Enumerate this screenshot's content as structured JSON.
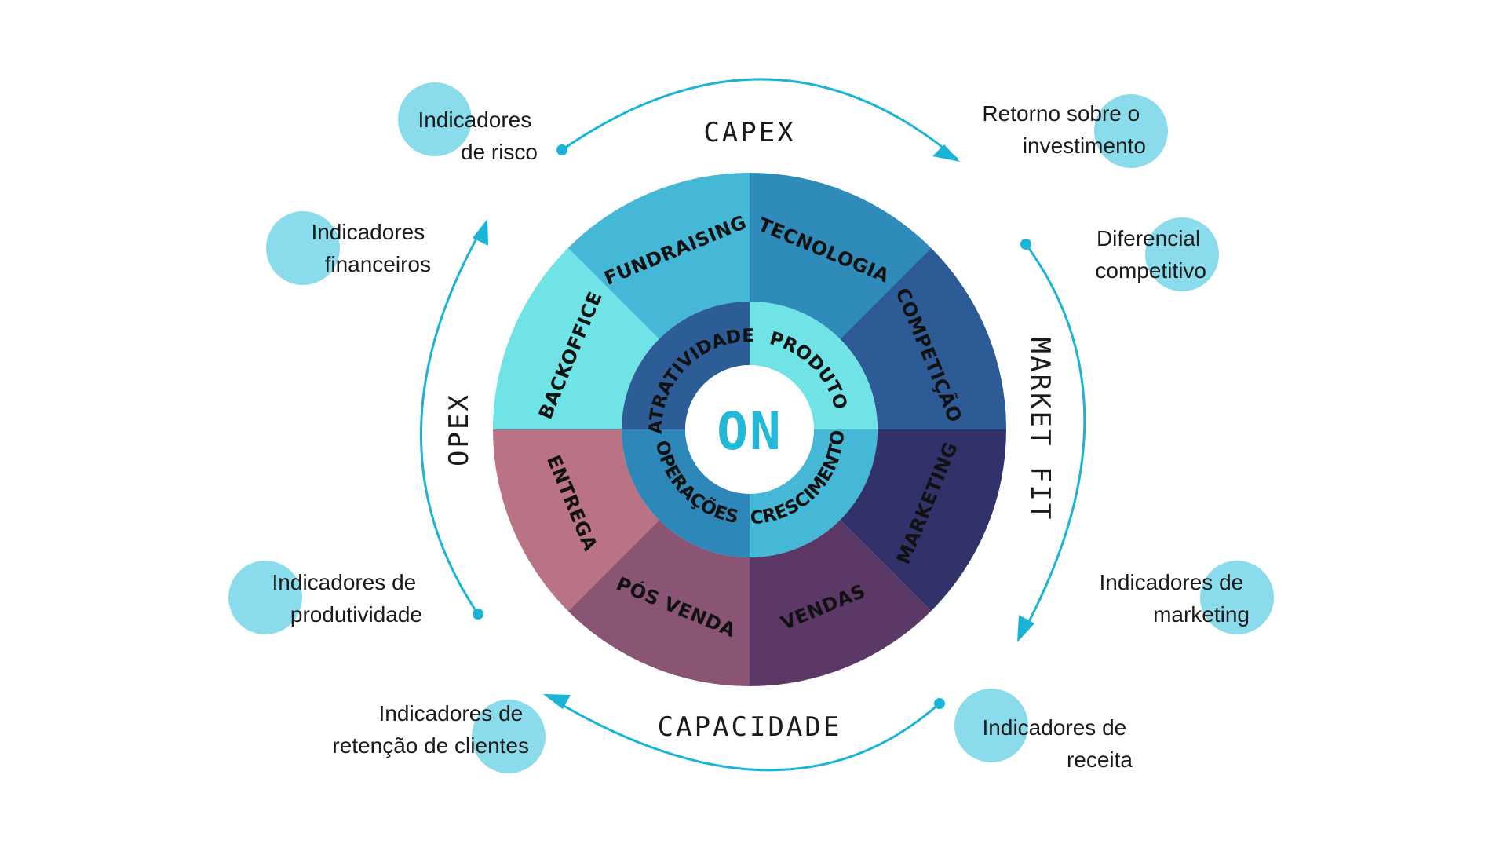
{
  "center": {
    "text": "ON",
    "color": "#22b8d8"
  },
  "colors": {
    "bubble": "#8adcec",
    "arrow": "#1bb4d6"
  },
  "inner_ring": [
    {
      "text": "ATRATIVIDADE",
      "color": "#2d5d97"
    },
    {
      "text": "PRODUTO",
      "color": "#6fe3e6"
    },
    {
      "text": "CRESCIMENTO",
      "color": "#45b7d7"
    },
    {
      "text": "OPERAÇÕES",
      "color": "#2d87b8"
    }
  ],
  "outer_ring": [
    {
      "text": "TECNOLOGIA",
      "color": "#2e8bba"
    },
    {
      "text": "COMPETIÇÃO",
      "color": "#2c5b96"
    },
    {
      "text": "MARKETING",
      "color": "#31326a"
    },
    {
      "text": "VENDAS",
      "color": "#5c3866"
    },
    {
      "text": "PÓS VENDA",
      "color": "#8a5474"
    },
    {
      "text": "ENTREGA",
      "color": "#b97384"
    },
    {
      "text": "BACKOFFICE",
      "color": "#6fe3e6"
    },
    {
      "text": "FUNDRAISING",
      "color": "#45b7d7"
    }
  ],
  "cycle_labels": {
    "capex": "CAPEX",
    "market_fit": "MARKET FIT",
    "capacidade": "CAPACIDADE",
    "opex": "OPEX"
  },
  "indicators": {
    "risco": [
      "Indicadores",
      "de risco"
    ],
    "retorno": [
      "Retorno sobre o",
      "investimento"
    ],
    "financeiros": [
      "Indicadores",
      "financeiros"
    ],
    "diferencial": [
      "Diferencial",
      "competitivo"
    ],
    "produtividade": [
      "Indicadores de",
      "produtividade"
    ],
    "marketing": [
      "Indicadores de",
      "marketing"
    ],
    "retencao": [
      "Indicadores de",
      "retenção de clientes"
    ],
    "receita": [
      "Indicadores de",
      "receita"
    ]
  }
}
